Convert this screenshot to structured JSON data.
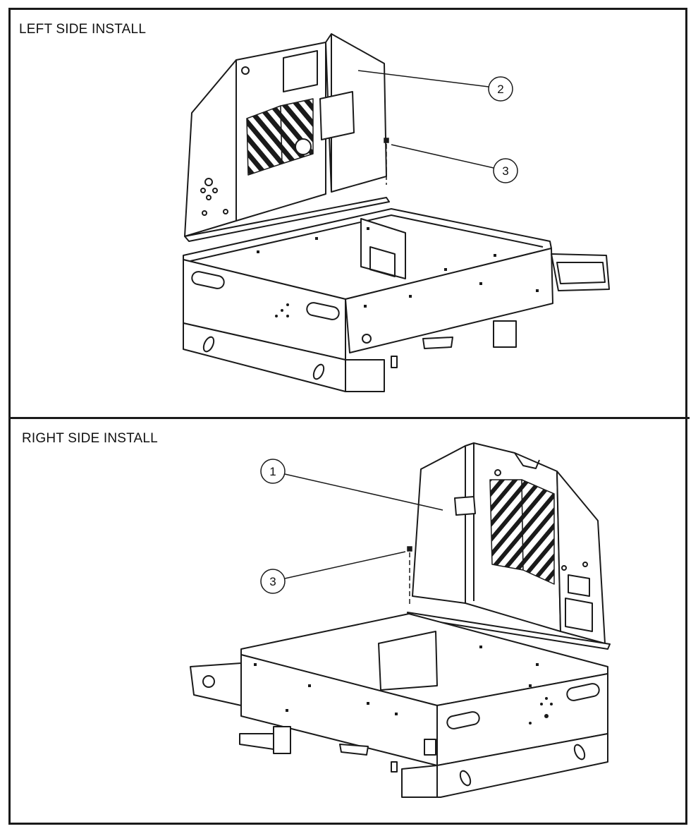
{
  "panels": {
    "left": {
      "title": "LEFT SIDE INSTALL"
    },
    "right": {
      "title": "RIGHT SIDE INSTALL"
    }
  },
  "callouts": {
    "left_panel_cover": "2",
    "left_screw": "3",
    "right_panel_cover": "1",
    "right_screw": "3"
  },
  "colors": {
    "line": "#1a1a1a",
    "background": "#ffffff"
  }
}
